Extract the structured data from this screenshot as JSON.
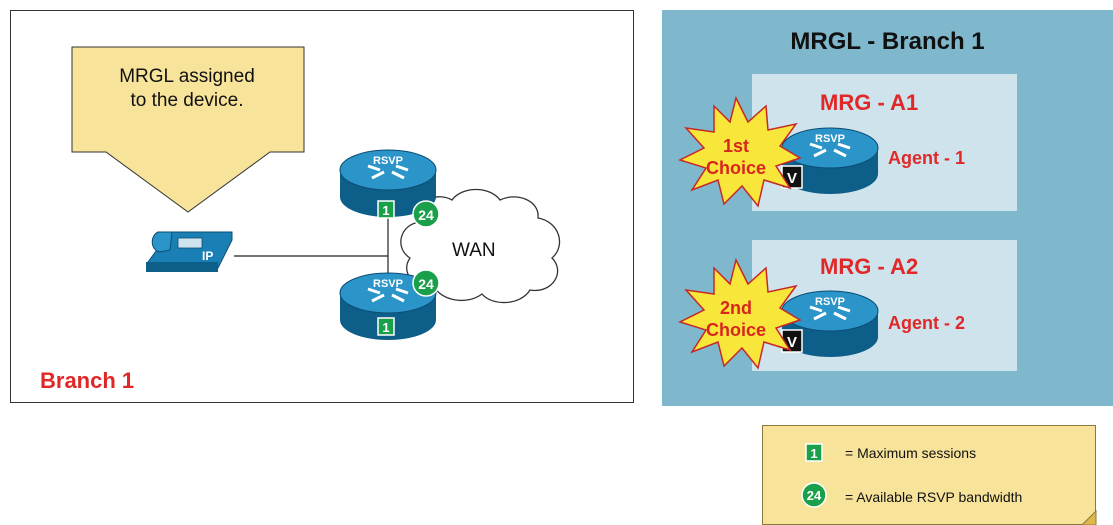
{
  "branch": {
    "label": "Branch 1",
    "callout": [
      "MRGL assigned",
      "to the device."
    ],
    "phone_label": "IP",
    "wan_label": "WAN",
    "router_top": {
      "icon_label": "RSVP",
      "max_sessions": "1",
      "bandwidth": "24"
    },
    "router_bottom": {
      "icon_label": "RSVP",
      "max_sessions": "1",
      "bandwidth": "24"
    }
  },
  "mrgl": {
    "title": "MRGL - Branch 1",
    "groups": [
      {
        "title": "MRG - A1",
        "choice": [
          "1st",
          "Choice"
        ],
        "agent": "Agent - 1",
        "router_label": "RSVP",
        "badge": "V"
      },
      {
        "title": "MRG - A2",
        "choice": [
          "2nd",
          "Choice"
        ],
        "agent": "Agent - 2",
        "router_label": "RSVP",
        "badge": "V"
      }
    ]
  },
  "legend": {
    "max_sessions_icon": "1",
    "max_sessions_text": "= Maximum sessions",
    "bandwidth_icon": "24",
    "bandwidth_text": "= Available RSVP bandwidth"
  },
  "colors": {
    "accent_red": "#e02828",
    "panel_blue": "#7fb7cc",
    "group_blue": "#cfe3ec",
    "callout_yellow": "#f7e39a",
    "router_blue": "#1a7fb5",
    "badge_green": "#1aa04a"
  }
}
